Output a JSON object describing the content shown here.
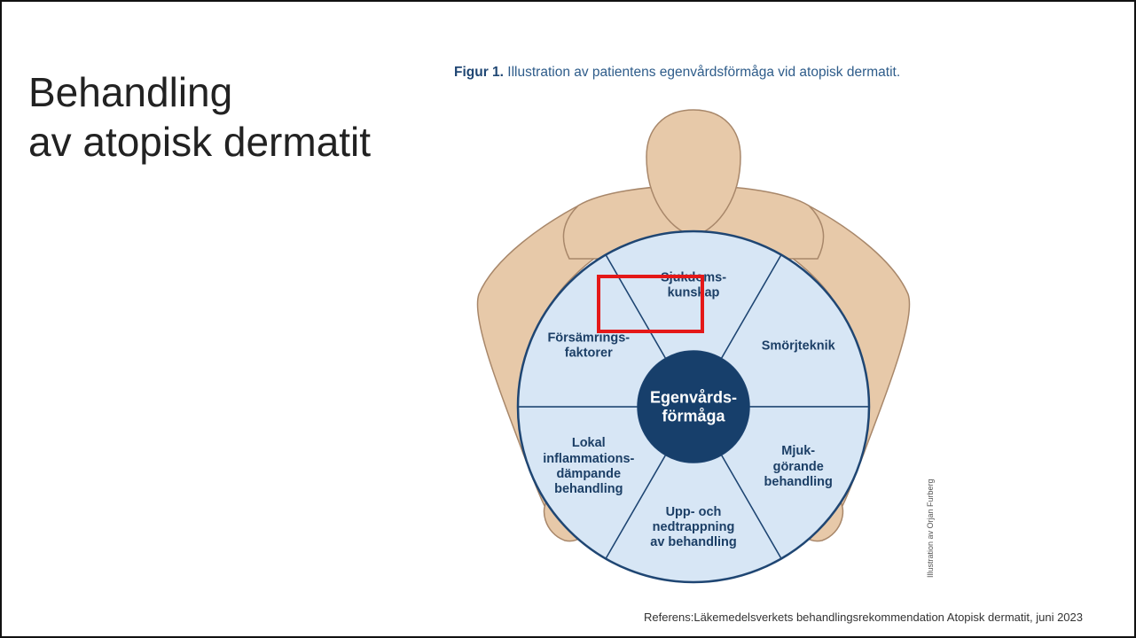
{
  "slide": {
    "title_line1": "Behandling",
    "title_line2": "av atopisk dermatit",
    "reference": "Referens:Läkemedelsverkets behandlingsrekommendation Atopisk dermatit, juni 2023"
  },
  "figure": {
    "caption_bold": "Figur 1.",
    "caption_text": " Illustration av patientens egenvårdsförmåga vid atopisk dermatit.",
    "center_label": "Egenvårds-\nförmåga",
    "segments": [
      {
        "id": "sjukdomskunskap",
        "label": "Sjukdoms-\nkunskap",
        "highlighted": true
      },
      {
        "id": "smorjteknik",
        "label": "Smörjteknik"
      },
      {
        "id": "mjukgorande",
        "label": "Mjuk-\ngörande\nbehandling"
      },
      {
        "id": "upp-och-nedtrappning",
        "label": "Upp- och\nnedtrappning\nav behandling"
      },
      {
        "id": "lokal",
        "label": "Lokal\ninflammations-\ndämpande\nbehandling"
      },
      {
        "id": "forsamringsfaktorer",
        "label": "Försämrings-\nfaktorer"
      }
    ],
    "credit": "Illustration av Orjan Furberg",
    "colors": {
      "segment_fill": "#d7e6f5",
      "segment_stroke": "#1f4673",
      "center_fill": "#173f6b",
      "body_fill": "#e7c9a9",
      "body_stroke": "#a8876a",
      "highlight": "#e41818"
    }
  }
}
